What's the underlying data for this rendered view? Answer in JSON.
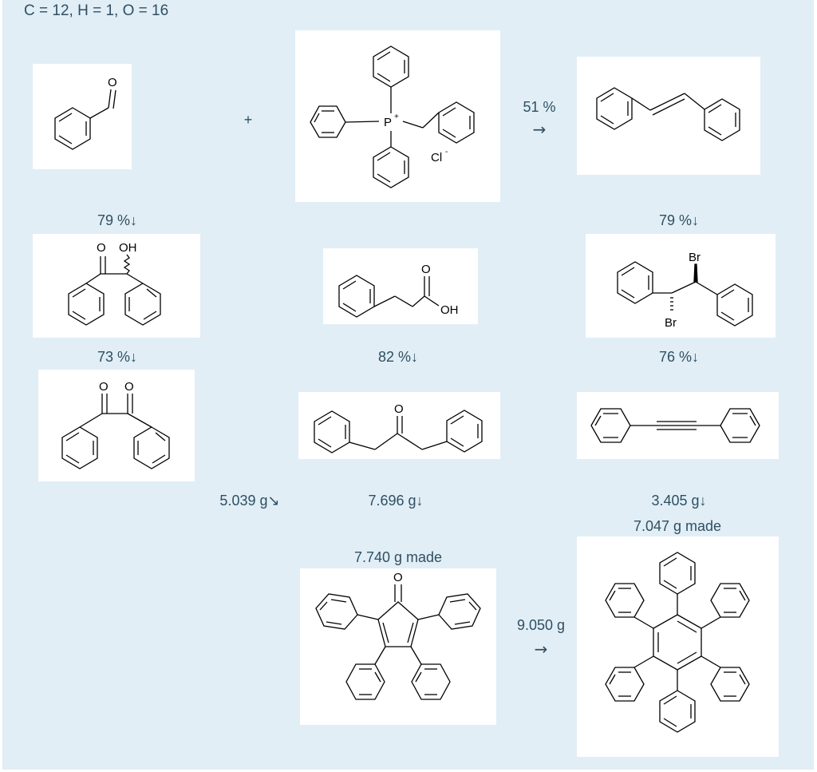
{
  "masses": "C = 12, H = 1, O = 16",
  "plus": "+",
  "step_wittig": {
    "yield": "51 %",
    "arrow": "→"
  },
  "step_benzoin": "79 %↓",
  "step_bromination": "79 %↓",
  "step_oxidation": "73 %↓",
  "step_ketone": "82 %↓",
  "step_alkyne": "76 %↓",
  "mass_benzil": "5.039 g↘",
  "mass_ketone": "7.696 g↓",
  "mass_alkyne": "3.405 g↓",
  "made_hexaphenyl": "7.047 g made",
  "made_cyclone": "7.740 g made",
  "step_diels_alder": {
    "mass": "9.050 g",
    "arrow": "→"
  },
  "structures": {
    "benzaldehyde": {
      "atoms": [
        "O"
      ]
    },
    "phosphonium": {
      "atoms": [
        "P",
        "+",
        "Cl",
        "-"
      ]
    },
    "stilbene": {
      "atoms": []
    },
    "benzoin": {
      "atoms": [
        "O",
        "OH"
      ]
    },
    "phenylacetic_acid": {
      "atoms": [
        "O",
        "OH"
      ]
    },
    "dibromide": {
      "atoms": [
        "Br",
        "Br"
      ]
    },
    "benzil": {
      "atoms": [
        "O",
        "O"
      ]
    },
    "dibenzyl_ketone": {
      "atoms": [
        "O"
      ]
    },
    "diphenylacetylene": {
      "atoms": []
    },
    "tetraphenylcyclopentadienone": {
      "atoms": [
        "O"
      ]
    },
    "hexaphenylbenzene": {
      "atoms": []
    }
  }
}
